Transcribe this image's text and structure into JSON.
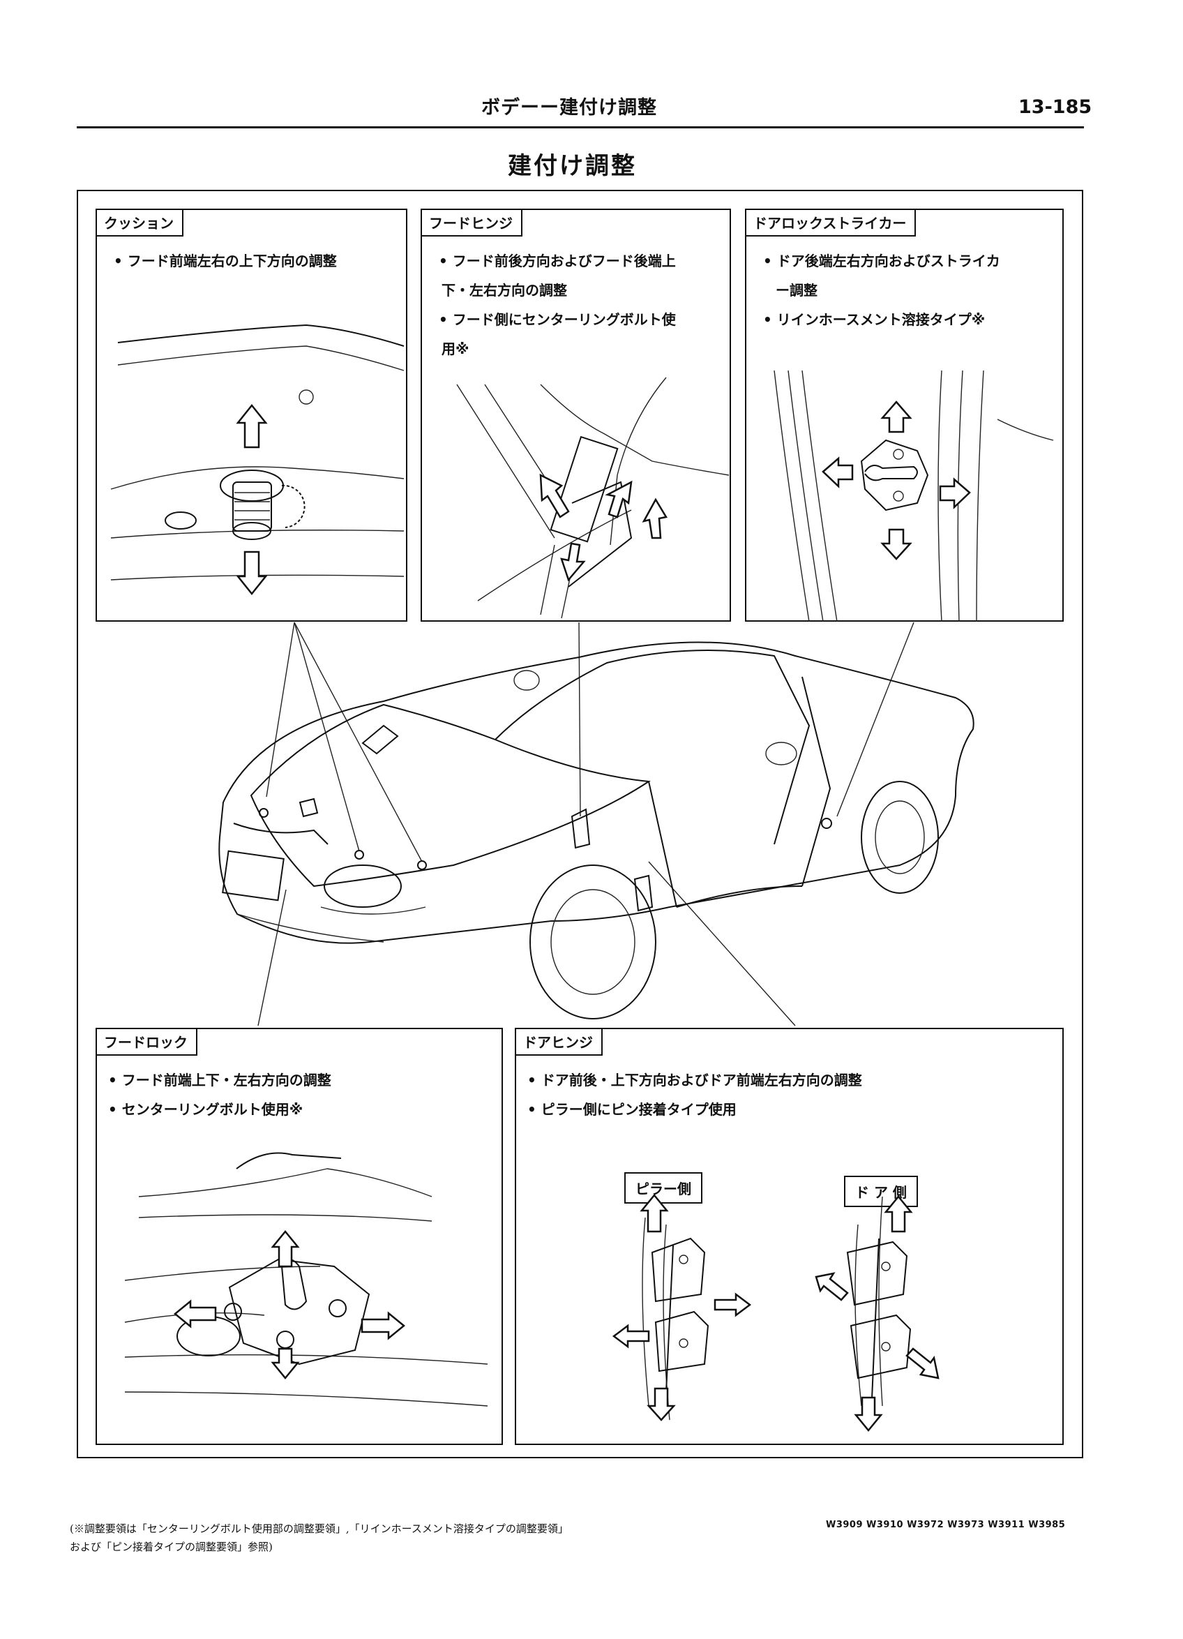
{
  "header": {
    "title": "ボデーー建付け調整",
    "page_number": "13-185"
  },
  "main_title": "建付け調整",
  "panels": {
    "cushion": {
      "label": "クッション",
      "notes": [
        "• フード前端左右の上下方向の調整"
      ]
    },
    "hood_hinge": {
      "label": "フードヒンジ",
      "notes": [
        "• フード前後方向およびフード後端上",
        "下・左右方向の調整",
        "• フード側にセンターリングボルト使",
        "用※"
      ]
    },
    "door_lock_striker": {
      "label": "ドアロックストライカー",
      "notes": [
        "• ドア後端左右方向およびストライカ",
        "ー調整",
        "• リインホースメント溶接タイプ※"
      ]
    },
    "hood_lock": {
      "label": "フードロック",
      "notes": [
        "• フード前端上下・左右方向の調整",
        "• センターリングボルト使用※"
      ]
    },
    "door_hinge": {
      "label": "ドアヒンジ",
      "notes": [
        "• ドア前後・上下方向およびドア前端左右方向の調整",
        "• ピラー側にピン接着タイプ使用"
      ],
      "pillar_side": "ピラー側",
      "door_side": "ド ア 側"
    }
  },
  "footnote": {
    "line1": "(※調整要領は「センターリングボルト使用部の調整要領」,「リインホースメント溶接タイプの調整要領」",
    "line2": "および「ピン接着タイプの調整要領」参照)"
  },
  "figure_refs": "W3909  W3910  W3972  W3973  W3911  W3985"
}
